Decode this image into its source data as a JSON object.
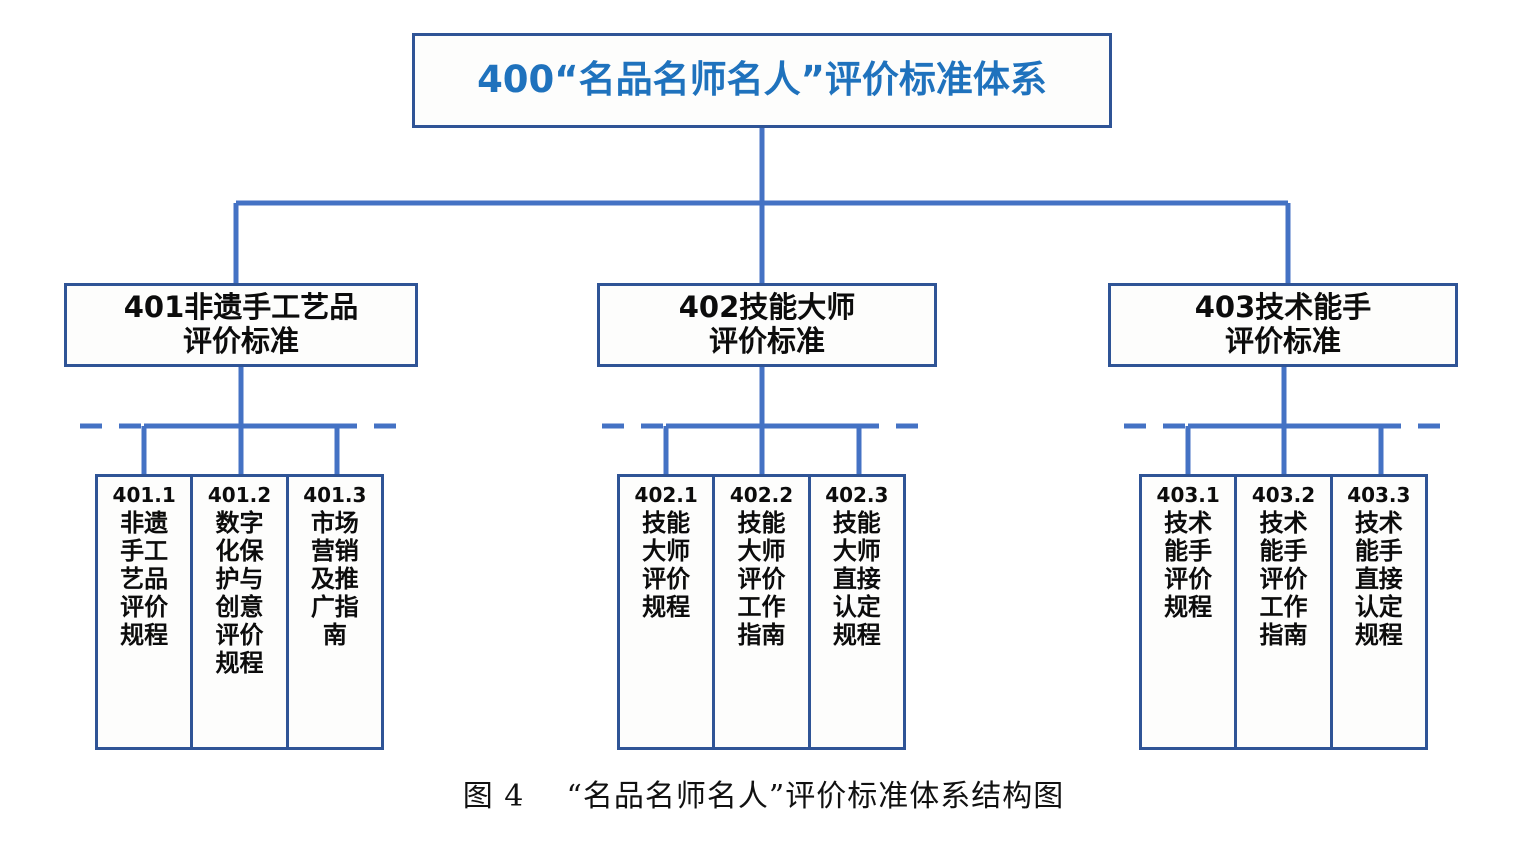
{
  "figure": {
    "caption": "图 4    “名品名师名人”评价标准体系结构图",
    "root_color": "#1f72bd",
    "line_color": "#4472c4",
    "border_color": "#2f5496"
  },
  "root": {
    "label": "400“名品名师名人”评价标准体系"
  },
  "branches": [
    {
      "id": "401",
      "label": "401非遗手工艺品\n评价标准",
      "children": [
        {
          "code": "401.1",
          "text": "非遗\n手工\n艺品\n评价\n规程"
        },
        {
          "code": "401.2",
          "text": "数字\n化保\n护与\n创意\n评价\n规程"
        },
        {
          "code": "401.3",
          "text": "市场\n营销\n及推\n广指\n南"
        }
      ]
    },
    {
      "id": "402",
      "label": "402技能大师\n评价标准",
      "children": [
        {
          "code": "402.1",
          "text": "技能\n大师\n评价\n规程"
        },
        {
          "code": "402.2",
          "text": "技能\n大师\n评价\n工作\n指南"
        },
        {
          "code": "402.3",
          "text": "技能\n大师\n直接\n认定\n规程"
        }
      ]
    },
    {
      "id": "403",
      "label": "403技术能手\n评价标准",
      "children": [
        {
          "code": "403.1",
          "text": "技术\n能手\n评价\n规程"
        },
        {
          "code": "403.2",
          "text": "技术\n能手\n评价\n工作\n指南"
        },
        {
          "code": "403.3",
          "text": "技术\n能手\n直接\n认定\n规程"
        }
      ]
    }
  ]
}
